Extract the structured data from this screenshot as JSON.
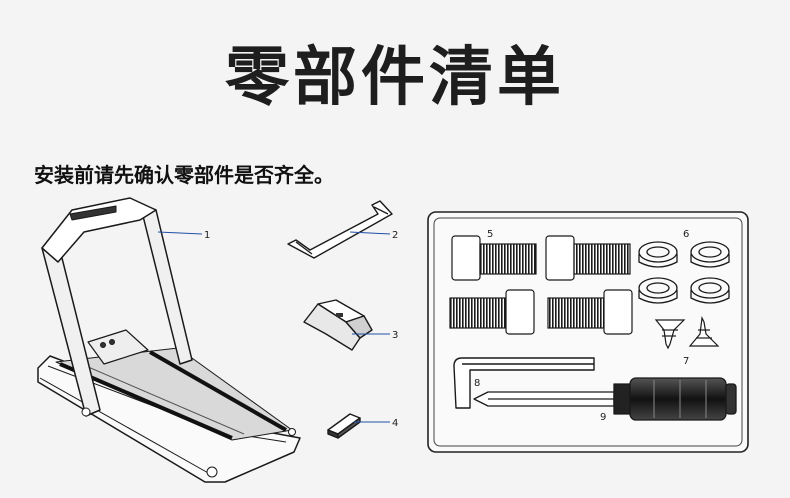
{
  "title": "零部件清单",
  "subtitle": "安装前请先确认零部件是否齐全。",
  "callouts": {
    "treadmill_frame": "1",
    "handle_bar": "2",
    "bracket": "3",
    "pad": "4",
    "bolt": "5",
    "washer": "6",
    "screw": "7",
    "allen_key": "8",
    "screwdriver": "9"
  },
  "colors": {
    "leader_line": "#1f4fa8",
    "ink": "#1a1a1a",
    "panel_border": "#222222"
  }
}
